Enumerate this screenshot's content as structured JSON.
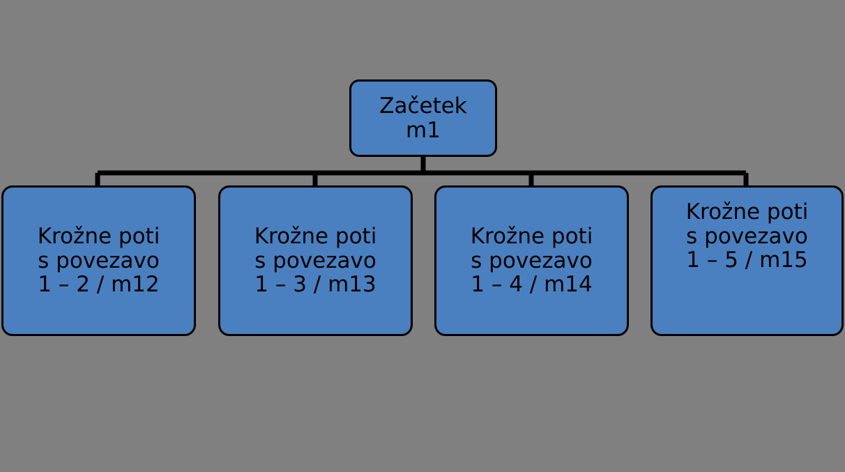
{
  "diagram": {
    "type": "tree",
    "title_text": "",
    "colors": {
      "background": "#808080",
      "node_fill": "#4a80c0",
      "node_border": "#000000",
      "connector": "#000000",
      "text": "#000000"
    },
    "root": {
      "id": "m1",
      "line1": "Začetek",
      "line2": "m1"
    },
    "children": [
      {
        "id": "m12",
        "line1": "Krožne poti",
        "line2": "s povezavo",
        "line3": "1 – 2 / m12"
      },
      {
        "id": "m13",
        "line1": "Krožne poti",
        "line2": "s povezavo",
        "line3": "1 – 3 / m13"
      },
      {
        "id": "m14",
        "line1": "Krožne poti",
        "line2": "s povezavo",
        "line3": "1 – 4 / m14"
      },
      {
        "id": "m15",
        "line1": "Krožne poti",
        "line2": "s povezavo",
        "line3": "1 – 5 / m15"
      }
    ]
  }
}
